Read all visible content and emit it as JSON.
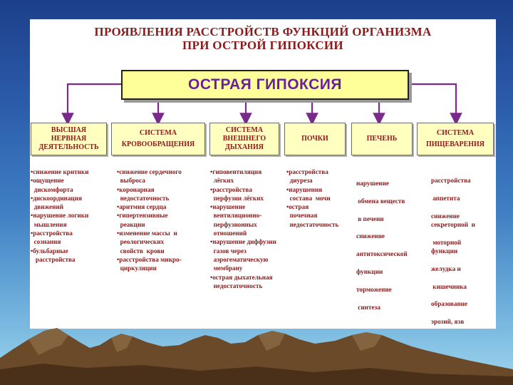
{
  "title": {
    "line1": "ПРОЯВЛЕНИЯ  РАССТРОЙСТВ  ФУНКЦИЙ  ОРГАНИЗМА",
    "line2": "ПРИ  ОСТРОЙ  ГИПОКСИИ"
  },
  "main": "ОСТРАЯ   ГИПОКСИЯ",
  "columns": [
    {
      "header": [
        "ВЫСШАЯ",
        "НЕРВНАЯ",
        "ДЕЯТЕЛЬНОСТЬ"
      ],
      "items": [
        "•снижение критики",
        "•ощущение",
        "  дискомфорта",
        "•дискоординация",
        "  движений",
        "•нарушение логики",
        "  мышления",
        "•расстройства",
        "  сознания",
        "•бульбарные",
        "   расстройства"
      ]
    },
    {
      "header": [
        "СИСТЕМА",
        "КРОВООБРАЩЕНИЯ"
      ],
      "items": [
        "•снижение сердечного",
        "  выброса",
        "•коронарная",
        "  недостаточность",
        "•аритмия сердца",
        "•гипертензивные",
        "  реакции",
        "•изменение массы  и",
        "  реологических",
        "  свойств  крови",
        "•расстройства микро-",
        "  циркуляции"
      ]
    },
    {
      "header": [
        "СИСТЕМА",
        "ВНЕШНЕГО",
        "ДЫХАНИЯ"
      ],
      "items": [
        "•гиповентиляция",
        "  лёгких",
        "•расстройства",
        "  перфузии лёгких",
        "•нарушение",
        "  вентиляционно-",
        "  перфузионных",
        "  отношений",
        "•нарушение диффузии",
        "  газов через",
        "  аэрогематическую",
        "  мембрану",
        "•острая дыхательная",
        "  недостаточность"
      ]
    },
    {
      "header": [
        "ПОЧКИ"
      ],
      "items": [
        "•расстройства",
        "  диуреза",
        "•нарушения",
        "  состава  мочи",
        "•острая",
        "  почечная",
        "  недостаточность"
      ]
    },
    {
      "header": [
        "ПЕЧЕНЬ"
      ],
      "items": [
        "нарушение",
        " обмена веществ",
        " в печени",
        "снижение",
        "антитоксической",
        "функции",
        "торможение",
        " синтеза"
      ]
    },
    {
      "header": [
        "СИСТЕМА",
        "ПИЩЕВАРЕНИЯ"
      ],
      "items": [
        "расстройства",
        " аппетита",
        "снижение\nсекреторной  и",
        " моторной\nфункции",
        "желудка и",
        " кишечника",
        "образование",
        "эрозий, язв"
      ]
    }
  ],
  "colors": {
    "text": "#8b1a1a",
    "main_text": "#6a1fa0",
    "connector": "#7a2a8a",
    "box_fill": "#ffffc0",
    "main_fill": "#ffff99"
  }
}
